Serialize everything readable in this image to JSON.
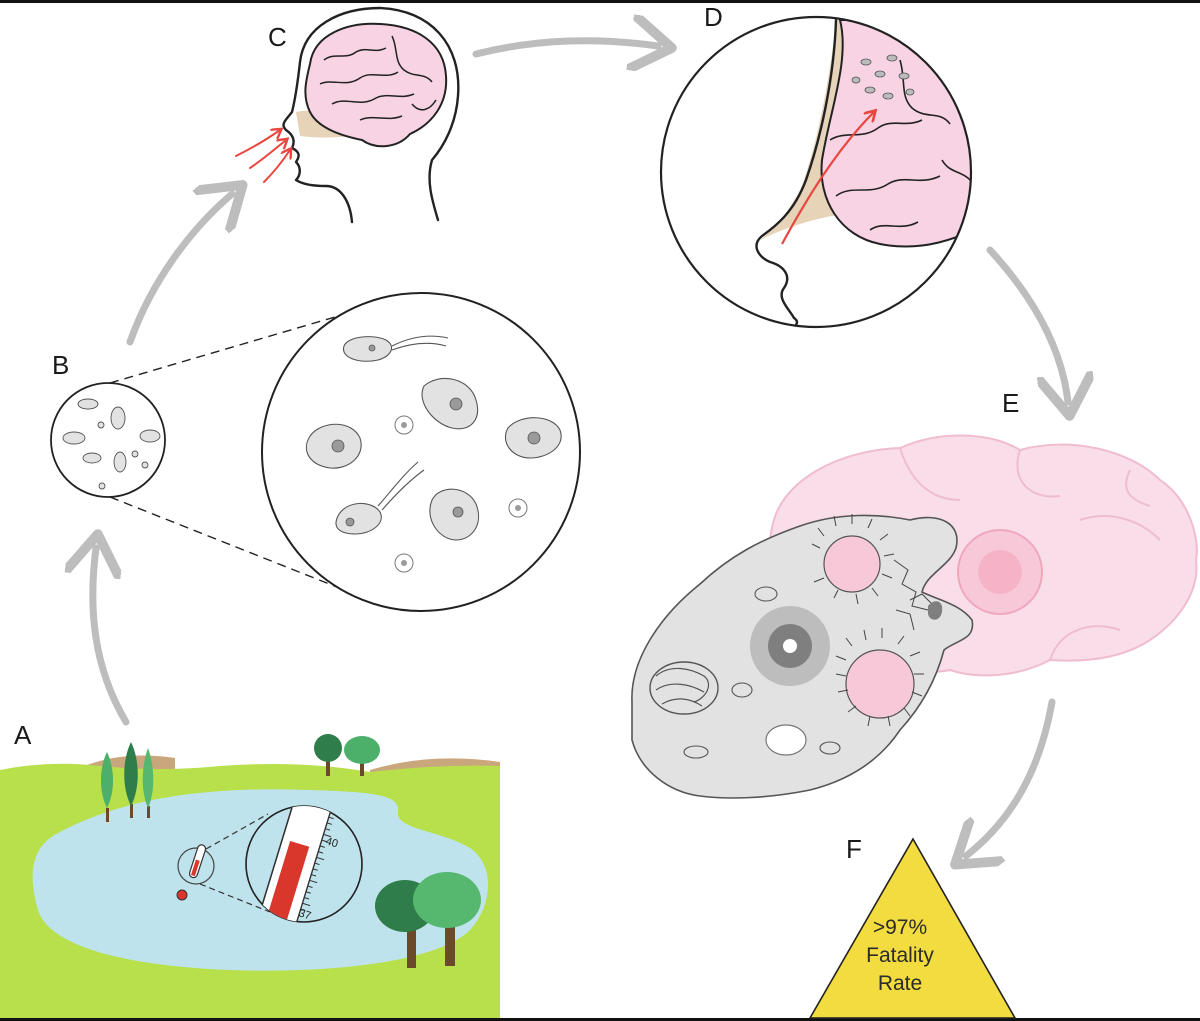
{
  "labels": {
    "a": "A",
    "b": "B",
    "c": "C",
    "d": "D",
    "e": "E",
    "f": "F"
  },
  "thermometer": {
    "high_reading": "40",
    "low_reading": "37"
  },
  "fatality": {
    "line1": ">97%",
    "line2": "Fatality",
    "line3": "Rate"
  },
  "colors": {
    "grass": "#b8e04a",
    "water": "#bfe3ec",
    "brain_fill": "#f7d3e3",
    "amoeba": "#e2e2e2",
    "arrow": "#bdbdbd",
    "infection_arrow": "#e8473f",
    "triangle": "#f2dc3f"
  }
}
